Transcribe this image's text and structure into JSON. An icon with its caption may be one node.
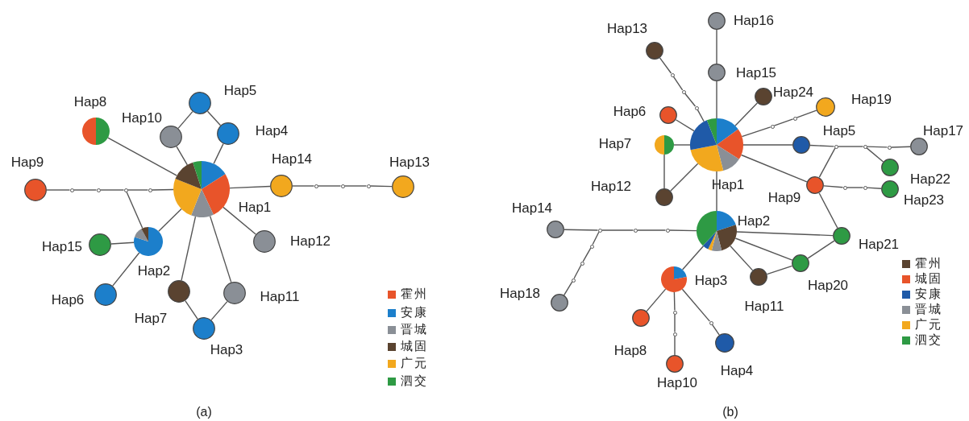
{
  "diagram": {
    "nodes": [
      {
        "text": [],
        "shape": "circle",
        "beside": [
          "Hap1"
        ]
      },
      {
        "text": [],
        "shape": "circle",
        "beside": [
          "Hap2"
        ]
      },
      {
        "text": [],
        "shape": "circle",
        "beside": [
          "Hap3"
        ]
      },
      {
        "text": [],
        "shape": "circle",
        "beside": [
          "Hap4"
        ]
      },
      {
        "text": [],
        "shape": "circle",
        "beside": [
          "Hap5"
        ]
      },
      {
        "text": [],
        "shape": "circle",
        "beside": [
          "Hap6"
        ]
      },
      {
        "text": [],
        "shape": "circle",
        "beside": [
          "Hap7"
        ]
      },
      {
        "text": [],
        "shape": "circle",
        "beside": [
          "Hap8"
        ]
      },
      {
        "text": [],
        "shape": "circle",
        "beside": [
          "Hap9"
        ]
      },
      {
        "text": [],
        "shape": "circle",
        "beside": [
          "Hap10"
        ]
      },
      {
        "text": [],
        "shape": "circle",
        "beside": [
          "Hap11"
        ]
      },
      {
        "text": [],
        "shape": "circle",
        "beside": [
          "Hap12"
        ]
      },
      {
        "text": [],
        "shape": "circle",
        "beside": [
          "Hap13"
        ]
      },
      {
        "text": [],
        "shape": "circle",
        "beside": [
          "Hap14"
        ]
      },
      {
        "text": [],
        "shape": "circle",
        "beside": [
          "Hap15"
        ]
      },
      {
        "text": [],
        "shape": "circle"
      },
      {
        "text": [],
        "shape": "circle"
      },
      {
        "text": [],
        "shape": "circle"
      },
      {
        "text": [],
        "shape": "circle"
      },
      {
        "text": [],
        "shape": "circle"
      },
      {
        "text": [],
        "shape": "circle"
      },
      {
        "text": [],
        "shape": "circle"
      },
      {
        "text": [],
        "shape": "circle",
        "beside": [
          "Hap1"
        ]
      },
      {
        "text": [],
        "shape": "circle",
        "beside": [
          "Hap2"
        ]
      },
      {
        "text": [],
        "shape": "circle",
        "beside": [
          "Hap3"
        ]
      },
      {
        "text": [],
        "shape": "circle",
        "beside": [
          "Hap4"
        ]
      },
      {
        "text": [],
        "shape": "circle",
        "beside": [
          "Hap5"
        ]
      },
      {
        "text": [],
        "shape": "circle",
        "beside": [
          "Hap6"
        ]
      },
      {
        "text": [],
        "shape": "circle",
        "beside": [
          "Hap7"
        ]
      },
      {
        "text": [],
        "shape": "circle",
        "beside": [
          "Hap8"
        ]
      },
      {
        "text": [],
        "shape": "circle",
        "beside": [
          "Hap9"
        ]
      },
      {
        "text": [],
        "shape": "circle",
        "beside": [
          "Hap10"
        ]
      },
      {
        "text": [],
        "shape": "circle",
        "beside": [
          "Hap11"
        ]
      },
      {
        "text": [],
        "shape": "circle",
        "beside": [
          "Hap12"
        ]
      },
      {
        "text": [],
        "shape": "circle",
        "beside": [
          "Hap13"
        ]
      },
      {
        "text": [],
        "shape": "circle",
        "beside": [
          "Hap14"
        ]
      },
      {
        "text": [],
        "shape": "circle",
        "beside": [
          "Hap15"
        ]
      },
      {
        "text": [],
        "shape": "circle",
        "beside": [
          "Hap16"
        ]
      },
      {
        "text": [],
        "shape": "circle",
        "beside": [
          "Hap17"
        ]
      },
      {
        "text": [],
        "shape": "circle",
        "beside": [
          "Hap18"
        ]
      },
      {
        "text": [],
        "shape": "circle",
        "beside": [
          "Hap19"
        ]
      },
      {
        "text": [],
        "shape": "circle",
        "beside": [
          "Hap20"
        ]
      },
      {
        "text": [],
        "shape": "circle",
        "beside": [
          "Hap21"
        ]
      },
      {
        "text": [],
        "shape": "circle",
        "beside": [
          "Hap22"
        ]
      },
      {
        "text": [],
        "shape": "circle",
        "beside": [
          "Hap23"
        ]
      },
      {
        "text": [],
        "shape": "circle",
        "beside": [
          "Hap24"
        ]
      },
      {
        "text": [],
        "shape": "circle"
      },
      {
        "text": [],
        "shape": "circle"
      },
      {
        "text": [],
        "shape": "circle"
      },
      {
        "text": [],
        "shape": "circle"
      },
      {
        "text": [],
        "shape": "circle"
      },
      {
        "text": [],
        "shape": "circle"
      },
      {
        "text": [],
        "shape": "circle"
      },
      {
        "text": [],
        "shape": "circle"
      },
      {
        "text": [],
        "shape": "circle"
      },
      {
        "text": [],
        "shape": "circle"
      },
      {
        "text": [],
        "shape": "circle"
      },
      {
        "text": [],
        "shape": "circle"
      },
      {
        "text": [],
        "shape": "circle"
      },
      {
        "text": [],
        "shape": "circle"
      },
      {
        "text": [],
        "shape": "circle"
      },
      {
        "text": [],
        "shape": "circle"
      },
      {
        "text": [],
        "shape": "circle"
      },
      {
        "text": [],
        "shape": "circle"
      },
      {
        "text": [],
        "shape": "circle"
      }
    ],
    "edges": [
      {
        "from": 8,
        "to": 15,
        "arrow": "none"
      },
      {
        "from": 15,
        "to": 16,
        "arrow": "none"
      },
      {
        "from": 16,
        "to": 17,
        "arrow": "none"
      },
      {
        "from": 17,
        "to": 18,
        "arrow": "none"
      },
      {
        "from": 18,
        "to": 0,
        "arrow": "none"
      },
      {
        "from": 17,
        "to": 1,
        "arrow": "none"
      },
      {
        "from": 7,
        "to": 0,
        "arrow": "none"
      },
      {
        "from": 9,
        "to": 0,
        "arrow": "none"
      },
      {
        "from": 3,
        "to": 0,
        "arrow": "none"
      },
      {
        "from": 9,
        "to": 4,
        "arrow": "none"
      },
      {
        "from": 4,
        "to": 3,
        "arrow": "none"
      },
      {
        "from": 0,
        "to": 13,
        "arrow": "none"
      },
      {
        "from": 13,
        "to": 19,
        "arrow": "none"
      },
      {
        "from": 19,
        "to": 20,
        "arrow": "none"
      },
      {
        "from": 20,
        "to": 21,
        "arrow": "none"
      },
      {
        "from": 21,
        "to": 12,
        "arrow": "none"
      },
      {
        "from": 0,
        "to": 1,
        "arrow": "none"
      },
      {
        "from": 1,
        "to": 14,
        "arrow": "none"
      },
      {
        "from": 1,
        "to": 5,
        "arrow": "none"
      },
      {
        "from": 0,
        "to": 6,
        "arrow": "none"
      },
      {
        "from": 0,
        "to": 10,
        "arrow": "none"
      },
      {
        "from": 0,
        "to": 11,
        "arrow": "none"
      },
      {
        "from": 6,
        "to": 2,
        "arrow": "none"
      },
      {
        "from": 10,
        "to": 2,
        "arrow": "none"
      },
      {
        "from": 37,
        "to": 36,
        "arrow": "none"
      },
      {
        "from": 36,
        "to": 22,
        "arrow": "none"
      },
      {
        "from": 34,
        "to": 46,
        "arrow": "none"
      },
      {
        "from": 46,
        "to": 47,
        "arrow": "none"
      },
      {
        "from": 47,
        "to": 48,
        "arrow": "none"
      },
      {
        "from": 48,
        "to": 22,
        "arrow": "none"
      },
      {
        "from": 45,
        "to": 22,
        "arrow": "none"
      },
      {
        "from": 22,
        "to": 49,
        "arrow": "none"
      },
      {
        "from": 49,
        "to": 50,
        "arrow": "none"
      },
      {
        "from": 50,
        "to": 40,
        "arrow": "none"
      },
      {
        "from": 27,
        "to": 22,
        "arrow": "none"
      },
      {
        "from": 28,
        "to": 22,
        "arrow": "none"
      },
      {
        "from": 33,
        "to": 22,
        "arrow": "none"
      },
      {
        "from": 28,
        "to": 33,
        "arrow": "none"
      },
      {
        "from": 22,
        "to": 26,
        "arrow": "none"
      },
      {
        "from": 26,
        "to": 51,
        "arrow": "none"
      },
      {
        "from": 51,
        "to": 52,
        "arrow": "none"
      },
      {
        "from": 52,
        "to": 53,
        "arrow": "none"
      },
      {
        "from": 53,
        "to": 38,
        "arrow": "none"
      },
      {
        "from": 51,
        "to": 30,
        "arrow": "none"
      },
      {
        "from": 52,
        "to": 43,
        "arrow": "none"
      },
      {
        "from": 22,
        "to": 30,
        "arrow": "none"
      },
      {
        "from": 30,
        "to": 54,
        "arrow": "none"
      },
      {
        "from": 54,
        "to": 55,
        "arrow": "none"
      },
      {
        "from": 55,
        "to": 44,
        "arrow": "none"
      },
      {
        "from": 30,
        "to": 42,
        "arrow": "none"
      },
      {
        "from": 22,
        "to": 23,
        "arrow": "none"
      },
      {
        "from": 23,
        "to": 42,
        "arrow": "none"
      },
      {
        "from": 23,
        "to": 41,
        "arrow": "none"
      },
      {
        "from": 23,
        "to": 32,
        "arrow": "none"
      },
      {
        "from": 32,
        "to": 41,
        "arrow": "none"
      },
      {
        "from": 41,
        "to": 42,
        "arrow": "none"
      },
      {
        "from": 35,
        "to": 56,
        "arrow": "none"
      },
      {
        "from": 56,
        "to": 57,
        "arrow": "none"
      },
      {
        "from": 57,
        "to": 58,
        "arrow": "none"
      },
      {
        "from": 58,
        "to": 23,
        "arrow": "none"
      },
      {
        "from": 56,
        "to": 59,
        "arrow": "none"
      },
      {
        "from": 59,
        "to": 60,
        "arrow": "none"
      },
      {
        "from": 60,
        "to": 61,
        "arrow": "none"
      },
      {
        "from": 61,
        "to": 39,
        "arrow": "none"
      },
      {
        "from": 23,
        "to": 24,
        "arrow": "none"
      },
      {
        "from": 24,
        "to": 29,
        "arrow": "none"
      },
      {
        "from": 24,
        "to": 62,
        "arrow": "none"
      },
      {
        "from": 62,
        "to": 63,
        "arrow": "none"
      },
      {
        "from": 63,
        "to": 31,
        "arrow": "none"
      },
      {
        "from": 24,
        "to": 64,
        "arrow": "none"
      },
      {
        "from": 64,
        "to": 25,
        "arrow": "none"
      }
    ],
    "labels": [
      "(a)",
      "(b)"
    ],
    "legend": [
      {
        "text": "霍州",
        "color": "#e8542a"
      },
      {
        "text": "安康",
        "color": "#1c7fcb"
      },
      {
        "text": "晋城",
        "color": "#8a8f96"
      },
      {
        "text": "城固",
        "color": "#5a4330"
      },
      {
        "text": "广元",
        "color": "#f2a81e"
      },
      {
        "text": "泗交",
        "color": "#2e9a44"
      },
      {
        "text": "霍州",
        "color": "#5a4330"
      },
      {
        "text": "城固",
        "color": "#e8542a"
      },
      {
        "text": "安康",
        "color": "#1f5aa8"
      },
      {
        "text": "晋城",
        "color": "#8a8f96"
      },
      {
        "text": "广元",
        "color": "#f2a81e"
      },
      {
        "text": "泗交",
        "color": "#2e9a44"
      }
    ]
  }
}
